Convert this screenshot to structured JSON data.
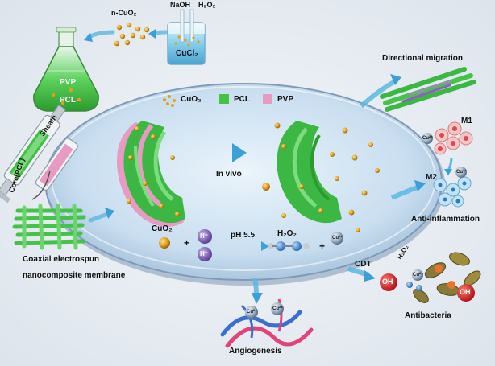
{
  "colors": {
    "background": "#e4eaf1",
    "petri": "#cfe3f3",
    "petri_rim": "#8ca9c6",
    "pcl_green": "#45c247",
    "pvp_pink": "#e79ac2",
    "cuo2_gold": "#e0a020",
    "arrow_blue": "#46a9d8",
    "oh_red": "#d8232a"
  },
  "icons": [
    "beaker-icon",
    "flask-icon",
    "syringe-icon",
    "nanoparticle-icon",
    "fiber-bundle-icon",
    "macrophage-icon",
    "bacteria-icon",
    "blood-vessel-icon",
    "copper-ion-icon"
  ],
  "synthesis": {
    "naoh": "NaOH",
    "h2o2": "H₂O₂",
    "cucl2": "CuCl₂",
    "n_cuo2": "n-CuO₂",
    "pvp": "PVP",
    "pcl": "PCL"
  },
  "electrospinning": {
    "sheath": "Sheath",
    "core": "Core(PCL)",
    "membrane_line1": "Coaxial electrospun",
    "membrane_line2": "nanocomposite membrane"
  },
  "legend": {
    "cuo2": "CuO₂",
    "pcl": "PCL",
    "pvp": "PVP"
  },
  "center": {
    "in_vivo": "In vivo",
    "reaction_cuo2": "CuO₂",
    "plus": "+",
    "h_plus": "H⁺",
    "ph": "pH 5.5",
    "h2o2_product": "H₂O₂",
    "cu_ion": "Cu²⁺"
  },
  "outcomes": {
    "directional_migration": "Directional migration",
    "m1": "M1",
    "m2": "M2",
    "anti_inflammation": "Anti-inflammation",
    "cdt": "CDT",
    "h2o2": "H₂O₂",
    "oh": "OH",
    "antibacteria": "Antibacteria",
    "angiogenesis": "Angiogenesis",
    "cu_ion": "Cu²⁺"
  }
}
